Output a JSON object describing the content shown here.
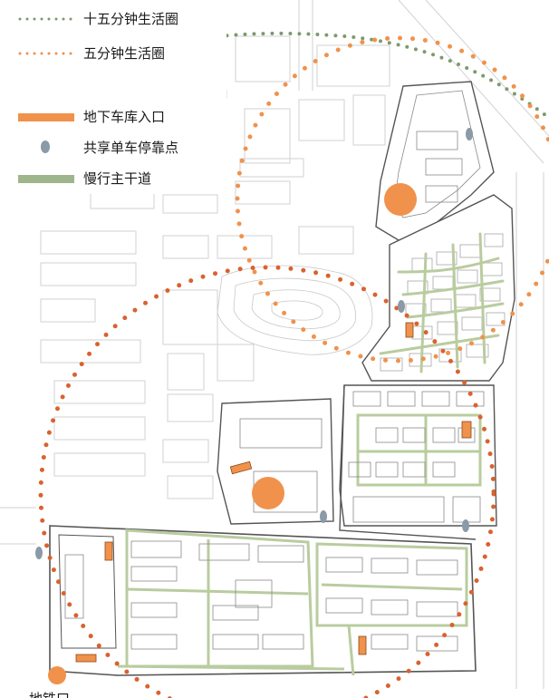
{
  "legend": {
    "items": [
      {
        "label": "十五分钟生活圈",
        "symbol": "dotted-line",
        "color": "#7d9a6e"
      },
      {
        "label": "五分钟生活圈",
        "symbol": "dotted-line",
        "color": "#f0924c"
      },
      {
        "label": "地下车库入口",
        "symbol": "thick-line",
        "color": "#f0924c"
      },
      {
        "label": "共享单车停靠点",
        "symbol": "ellipse",
        "color": "#8a9aa6"
      },
      {
        "label": "慢行主干道",
        "symbol": "thick-line",
        "color": "#9fb58c"
      }
    ]
  },
  "map_labels": {
    "bottom_left": "地铁口"
  },
  "colors": {
    "fifteen_minute_circle": "#7d9a6e",
    "five_minute_circle": "#f0924c",
    "metro_radius": "#d9622f",
    "garage_entrance": "#f0924c",
    "bike_stop": "#8a9aa6",
    "slow_path": "#b9cc9f",
    "building_outline": "#8a8a8a",
    "background_buildings": "#cfcfcf"
  }
}
